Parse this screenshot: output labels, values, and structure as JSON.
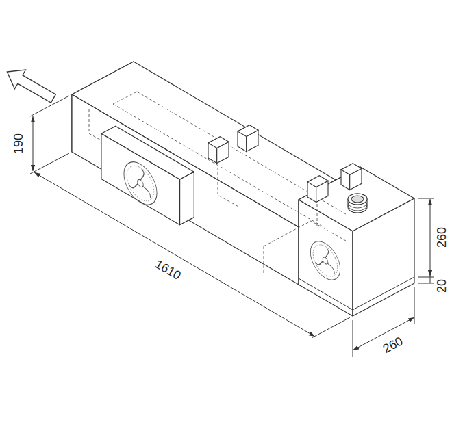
{
  "diagram": {
    "labels": [
      "190",
      "1610",
      "260",
      "20",
      "260"
    ]
  }
}
